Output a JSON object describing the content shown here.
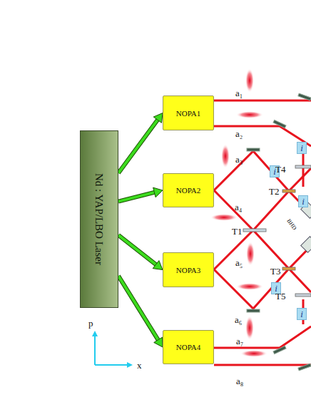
{
  "diagram": {
    "nodes": [
      {
        "text": [
          "Nd : YAP/LBO Laser"
        ]
      },
      {
        "text": [
          "NOPA1"
        ]
      },
      {
        "text": [
          "NOPA2"
        ]
      },
      {
        "text": [
          "NOPA3"
        ]
      },
      {
        "text": [
          "NOPA4"
        ]
      },
      {
        "text": [
          "i"
        ]
      },
      {
        "text": [
          "i"
        ]
      },
      {
        "text": [
          "i"
        ]
      },
      {
        "text": [
          "i"
        ]
      },
      {
        "text": [
          "i"
        ]
      }
    ],
    "edges": [
      {
        "from": 0,
        "to": 1,
        "arrow": "to"
      },
      {
        "from": 0,
        "to": 2,
        "arrow": "to"
      },
      {
        "from": 0,
        "to": 3,
        "arrow": "to"
      },
      {
        "from": 0,
        "to": 4,
        "arrow": "to"
      }
    ],
    "labels": [
      "a₁",
      "a₂",
      "a₃",
      "a₄",
      "a₅",
      "a₆",
      "a₇",
      "a₈",
      "T1",
      "T2",
      "T3",
      "T4",
      "T5",
      "BHD",
      "p",
      "x"
    ]
  }
}
